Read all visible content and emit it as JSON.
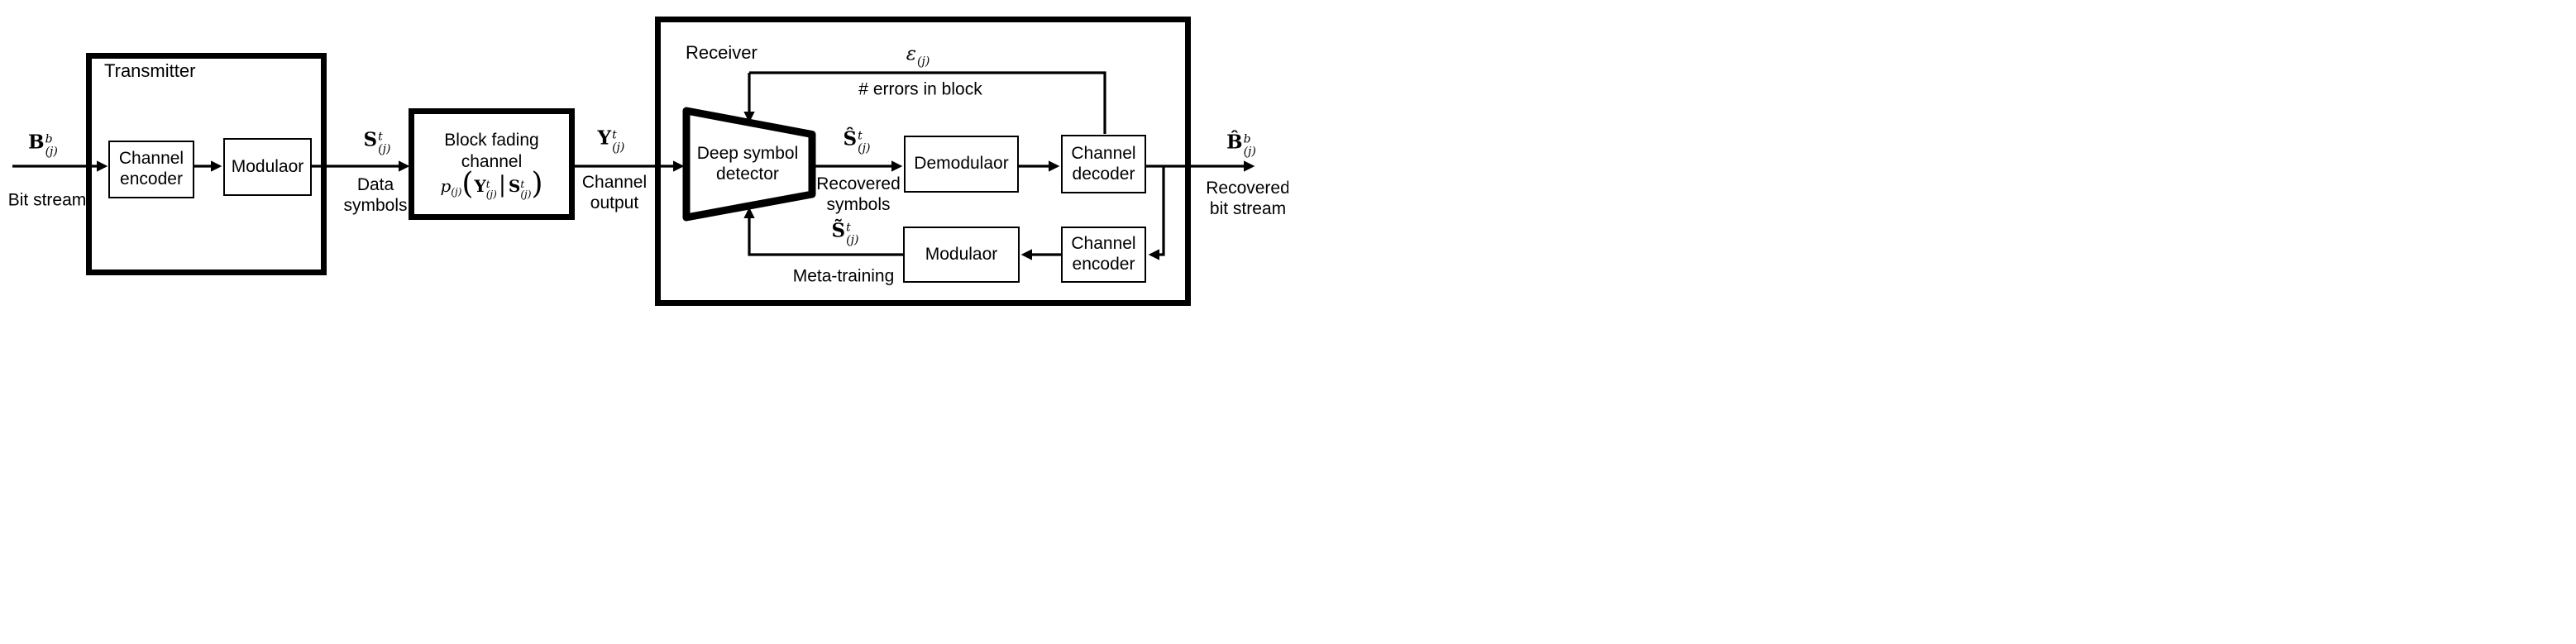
{
  "figure": {
    "background": "#ffffff",
    "ink": "#000000",
    "transmitter": {
      "title": "Transmitter"
    },
    "receiver": {
      "title": "Receiver"
    },
    "blocks": {
      "channel_encoder_tx": "Channel\nencoder",
      "modulator_tx": "Modulaor",
      "block_fading_line1": "Block fading\nchannel",
      "deep_symbol_detector": "Deep symbol\ndetector",
      "demodulator": "Demodulaor",
      "channel_decoder": "Channel\ndecoder",
      "modulator_rx": "Modulaor",
      "channel_encoder_rx": "Channel\nencoder"
    },
    "annotations": {
      "bit_stream": "Bit stream",
      "data_symbols": "Data\nsymbols",
      "channel_output": "Channel\noutput",
      "errors_in_block": "# errors in block",
      "recovered_symbols": "Recovered\nsymbols",
      "meta_training": "Meta-training",
      "recovered_bit_stream": "Recovered\nbit stream"
    },
    "math": {
      "input_bits": {
        "main": "B",
        "sup": "b",
        "sub": "(j)"
      },
      "data_symbols": {
        "main": "S",
        "sup": "t",
        "sub": "(j)"
      },
      "channel_output": {
        "main": "Y",
        "sup": "t",
        "sub": "(j)"
      },
      "errors": {
        "main": "ε",
        "sub": "(j)"
      },
      "recovered_symbols": {
        "main": "Ŝ",
        "sup": "t",
        "sub": "(j)"
      },
      "meta_training_symbols": {
        "main": "S̃",
        "sup": "t",
        "sub": "(j)"
      },
      "recovered_bits": {
        "main": "B̂",
        "sup": "b",
        "sub": "(j)"
      },
      "channel_formula": {
        "p": "p",
        "p_sub": "(j)",
        "open": "(",
        "y": "Y",
        "y_sup": "t",
        "y_sub": "(j)",
        "bar": "|",
        "s": "S",
        "s_sup": "t",
        "s_sub": "(j)",
        "close": ")"
      }
    }
  }
}
